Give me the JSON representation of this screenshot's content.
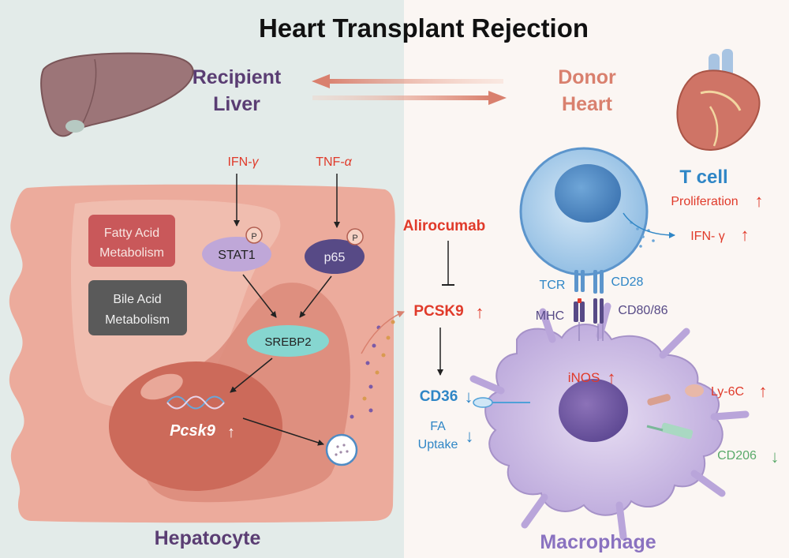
{
  "title": "Heart Transplant Rejection",
  "recipient": {
    "line1": "Recipient",
    "line2": "Liver"
  },
  "donor": {
    "line1": "Donor",
    "line2": "Heart"
  },
  "hepatocyte": {
    "label": "Hepatocyte",
    "ifn_gamma": "IFN-",
    "gamma": "γ",
    "tnf_alpha": "TNF-",
    "alpha": "α",
    "fatty_acid_1": "Fatty Acid",
    "fatty_acid_2": "Metabolism",
    "bile_acid_1": "Bile Acid",
    "bile_acid_2": "Metabolism",
    "stat1": "STAT1",
    "p65": "p65",
    "phospho": "P",
    "srebp2": "SREBP2",
    "pcsk9_gene": "Pcsk9",
    "up_arrow": "↑"
  },
  "center": {
    "alirocumab": "Alirocumab",
    "pcsk9": "PCSK9",
    "cd36": "CD36",
    "fa_1": "FA",
    "fa_2": "Uptake",
    "up_arrow": "↑",
    "down_arrow": "↓"
  },
  "tcell": {
    "label": "T cell",
    "proliferation": "Proliferation",
    "ifn_gamma": "IFN- γ",
    "tcr": "TCR",
    "cd28": "CD28",
    "mhc": "MHC",
    "cd80_86": "CD80/86",
    "up_arrow": "↑"
  },
  "macrophage": {
    "label": "Macrophage",
    "inos": "iNOS",
    "ly6c": "Ly-6C",
    "cd206": "CD206",
    "up_arrow": "↑",
    "down_arrow": "↓"
  },
  "colors": {
    "left_bg": "#e3ebe9",
    "right_bg": "#fbf6f3",
    "purple_text": "#5a3d73",
    "donor_text": "#d9806e",
    "red": "#e03a2a",
    "blue": "#2f86c6",
    "green": "#5aaa6a",
    "cell_pink": "#ecab9c",
    "nucleus": "#cc6a5a",
    "macrophage": "#bca9dc",
    "tcell": "#9fc6e6"
  }
}
